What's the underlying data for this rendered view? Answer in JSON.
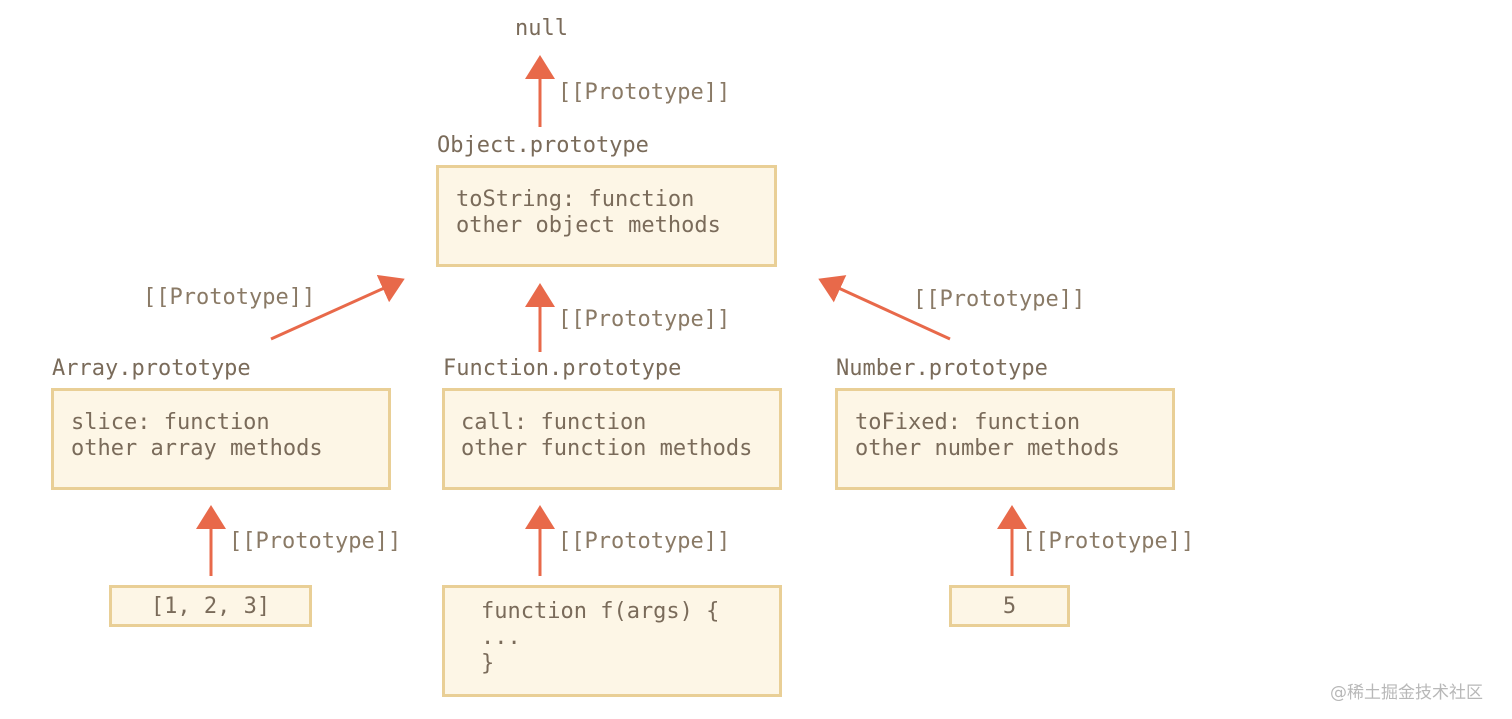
{
  "root": {
    "label": "null"
  },
  "edge_label": "[[Prototype]]",
  "object_proto": {
    "title": "Object.prototype",
    "lines": [
      "toString: function",
      "other object methods"
    ]
  },
  "array_proto": {
    "title": "Array.prototype",
    "lines": [
      "slice: function",
      "other array methods"
    ]
  },
  "function_proto": {
    "title": "Function.prototype",
    "lines": [
      "call: function",
      "other function methods"
    ]
  },
  "number_proto": {
    "title": "Number.prototype",
    "lines": [
      "toFixed: function",
      "other number methods"
    ]
  },
  "array_instance": {
    "label": "[1, 2, 3]"
  },
  "function_instance": {
    "lines": [
      "function f(args) {",
      "...",
      "}"
    ]
  },
  "number_instance": {
    "label": "5"
  },
  "watermark": "@稀土掘金技术社区",
  "colors": {
    "arrow": "#e8694a",
    "box_border": "#e9cf96",
    "box_fill": "#fdf6e6",
    "text": "#7a6b5a"
  }
}
